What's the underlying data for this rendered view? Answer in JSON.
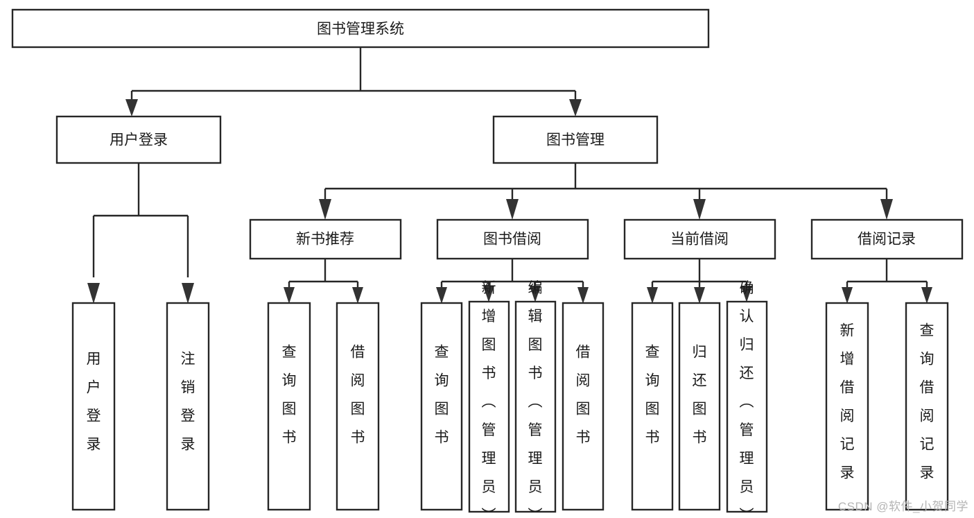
{
  "diagram": {
    "title": "图书管理系统",
    "type": "功能结构图",
    "watermark": "CSDN @软件_小贺同学",
    "colors": {
      "stroke": "#262626",
      "fill": "#ffffff",
      "text": "#1a1a1a",
      "watermark": "#b4b4b4"
    },
    "levels": {
      "root": {
        "label": "图书管理系统"
      },
      "level2": [
        {
          "label": "用户登录"
        },
        {
          "label": "图书管理"
        }
      ],
      "level3": [
        {
          "label": "新书推荐"
        },
        {
          "label": "图书借阅"
        },
        {
          "label": "当前借阅"
        },
        {
          "label": "借阅记录"
        }
      ],
      "leaves": [
        {
          "label": "用户登录",
          "parent": "用户登录"
        },
        {
          "label": "注销登录",
          "parent": "用户登录"
        },
        {
          "label": "查询图书",
          "parent": "新书推荐"
        },
        {
          "label": "借阅图书",
          "parent": "新书推荐"
        },
        {
          "label": "查询图书",
          "parent": "图书借阅"
        },
        {
          "label": "新增图书（管理员）",
          "parent": "图书借阅"
        },
        {
          "label": "编辑图书（管理员）",
          "parent": "图书借阅"
        },
        {
          "label": "借阅图书",
          "parent": "图书借阅"
        },
        {
          "label": "查询图书",
          "parent": "当前借阅"
        },
        {
          "label": "归还图书",
          "parent": "当前借阅"
        },
        {
          "label": "确认归还（管理员）",
          "parent": "当前借阅"
        },
        {
          "label": "新增借阅记录",
          "parent": "借阅记录"
        },
        {
          "label": "查询借阅记录",
          "parent": "借阅记录"
        }
      ]
    }
  }
}
